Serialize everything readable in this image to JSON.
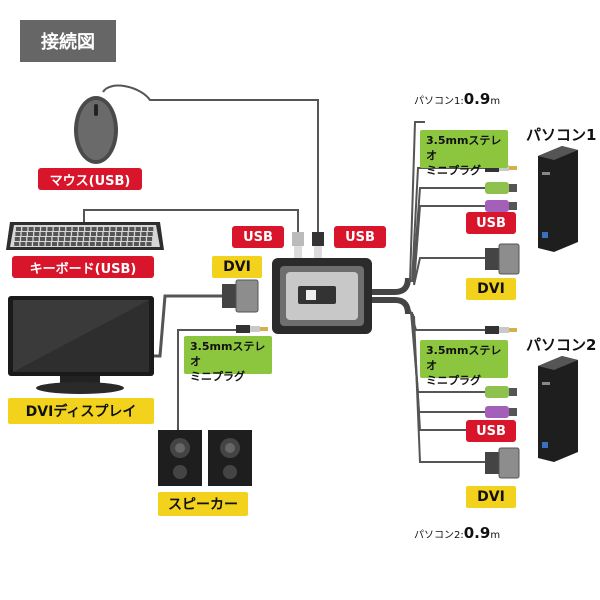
{
  "header": {
    "title": "接続図"
  },
  "labels": {
    "mouse": "マウス(USB)",
    "keyboard": "キーボード(USB)",
    "usb_left": "USB",
    "usb_right": "USB",
    "dvi_switch": "DVI",
    "display": "DVIディスプレイ",
    "speaker": "スピーカー",
    "stereo_mini_line1": "3.5mmステレオ",
    "stereo_mini_line2": "ミニプラグ"
  },
  "pc1": {
    "name": "パソコン1",
    "length_prefix": "パソコン1:",
    "length_value": "0.9",
    "length_unit": "m",
    "stereo_line1": "3.5mmステレオ",
    "stereo_line2": "ミニプラグ",
    "usb": "USB",
    "dvi": "DVI"
  },
  "pc2": {
    "name": "パソコン2",
    "length_prefix": "パソコン2:",
    "length_value": "0.9",
    "length_unit": "m",
    "stereo_line1": "3.5mmステレオ",
    "stereo_line2": "ミニプラグ",
    "usb": "USB",
    "dvi": "DVI"
  },
  "colors": {
    "red_label": "#d8152a",
    "yellow_label": "#f2d21c",
    "green_label": "#8cc63f",
    "title_bg": "#666666"
  }
}
